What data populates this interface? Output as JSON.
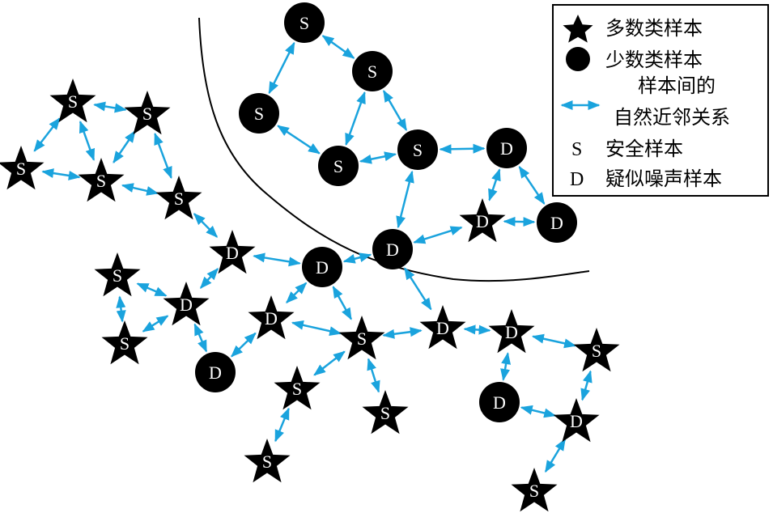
{
  "colors": {
    "node_fill": "#000000",
    "label_text": "#ffffff",
    "edge": "#1aa3dd",
    "boundary": "#000000",
    "legend_border": "#000000"
  },
  "legend": {
    "majority_label": "多数类样本",
    "minority_label": "少数类样本",
    "relation_line1": "样本间的",
    "relation_line2": "自然近邻关系",
    "safe_symbol": "S",
    "safe_label": "安全样本",
    "noise_symbol": "D",
    "noise_label": "疑似噪声样本"
  },
  "nodes": [
    {
      "id": "c1",
      "kind": "circle",
      "label": "S"
    },
    {
      "id": "c2",
      "kind": "circle",
      "label": "S"
    },
    {
      "id": "c3",
      "kind": "circle",
      "label": "S"
    },
    {
      "id": "c4",
      "kind": "circle",
      "label": "S"
    },
    {
      "id": "c5",
      "kind": "circle",
      "label": "S"
    },
    {
      "id": "c6",
      "kind": "circle",
      "label": "D"
    },
    {
      "id": "c7",
      "kind": "circle",
      "label": "D"
    },
    {
      "id": "c8",
      "kind": "circle",
      "label": "D"
    },
    {
      "id": "c9",
      "kind": "circle",
      "label": "D"
    },
    {
      "id": "c10",
      "kind": "circle",
      "label": "D"
    },
    {
      "id": "c11",
      "kind": "circle",
      "label": "D"
    },
    {
      "id": "s1",
      "kind": "star",
      "label": "S"
    },
    {
      "id": "s2",
      "kind": "star",
      "label": "S"
    },
    {
      "id": "s3",
      "kind": "star",
      "label": "S"
    },
    {
      "id": "s4",
      "kind": "star",
      "label": "S"
    },
    {
      "id": "s5",
      "kind": "star",
      "label": "S"
    },
    {
      "id": "s6",
      "kind": "star",
      "label": "D"
    },
    {
      "id": "s7",
      "kind": "star",
      "label": "D"
    },
    {
      "id": "s8",
      "kind": "star",
      "label": "S"
    },
    {
      "id": "s9",
      "kind": "star",
      "label": "D"
    },
    {
      "id": "s10",
      "kind": "star",
      "label": "S"
    },
    {
      "id": "s11",
      "kind": "star",
      "label": "D"
    },
    {
      "id": "s12",
      "kind": "star",
      "label": "D"
    },
    {
      "id": "s13",
      "kind": "star",
      "label": "S"
    },
    {
      "id": "s14",
      "kind": "star",
      "label": "D"
    },
    {
      "id": "s15",
      "kind": "star",
      "label": "S"
    },
    {
      "id": "s16",
      "kind": "star",
      "label": "S"
    },
    {
      "id": "s17",
      "kind": "star",
      "label": "D"
    },
    {
      "id": "s18",
      "kind": "star",
      "label": "S"
    },
    {
      "id": "s19",
      "kind": "star",
      "label": "D"
    },
    {
      "id": "s20",
      "kind": "star",
      "label": "S"
    },
    {
      "id": "s21",
      "kind": "star",
      "label": "S"
    }
  ],
  "edges": [
    [
      "c1",
      "c2"
    ],
    [
      "c1",
      "c3"
    ],
    [
      "c2",
      "c4"
    ],
    [
      "c3",
      "c4"
    ],
    [
      "c4",
      "c5"
    ],
    [
      "c2",
      "c5"
    ],
    [
      "c5",
      "c6"
    ],
    [
      "c6",
      "s7"
    ],
    [
      "c6",
      "c7"
    ],
    [
      "s7",
      "c7"
    ],
    [
      "c5",
      "c8"
    ],
    [
      "s7",
      "c8"
    ],
    [
      "c8",
      "c9"
    ],
    [
      "c8",
      "s12"
    ],
    [
      "s1",
      "s2"
    ],
    [
      "s1",
      "s3"
    ],
    [
      "s1",
      "s4"
    ],
    [
      "s2",
      "s4"
    ],
    [
      "s3",
      "s4"
    ],
    [
      "s2",
      "s5"
    ],
    [
      "s4",
      "s5"
    ],
    [
      "s5",
      "s6"
    ],
    [
      "s6",
      "c9"
    ],
    [
      "s6",
      "s9"
    ],
    [
      "s6",
      "s7d"
    ],
    [
      "s8",
      "s9"
    ],
    [
      "s8",
      "s10"
    ],
    [
      "s9",
      "s10"
    ],
    [
      "s9",
      "c10"
    ],
    [
      "c9",
      "s11"
    ],
    [
      "c9",
      "s14"
    ],
    [
      "s11",
      "c10"
    ],
    [
      "s11",
      "s13"
    ],
    [
      "s14",
      "s13"
    ],
    [
      "s14",
      "s12"
    ],
    [
      "s14",
      "s15"
    ],
    [
      "s13",
      "s15"
    ],
    [
      "s13",
      "s16"
    ],
    [
      "s15",
      "s18"
    ],
    [
      "s12",
      "s17"
    ],
    [
      "s17",
      "s20"
    ],
    [
      "s17",
      "c11"
    ],
    [
      "c11",
      "s19"
    ],
    [
      "s20",
      "s19"
    ],
    [
      "s19",
      "s21"
    ]
  ]
}
